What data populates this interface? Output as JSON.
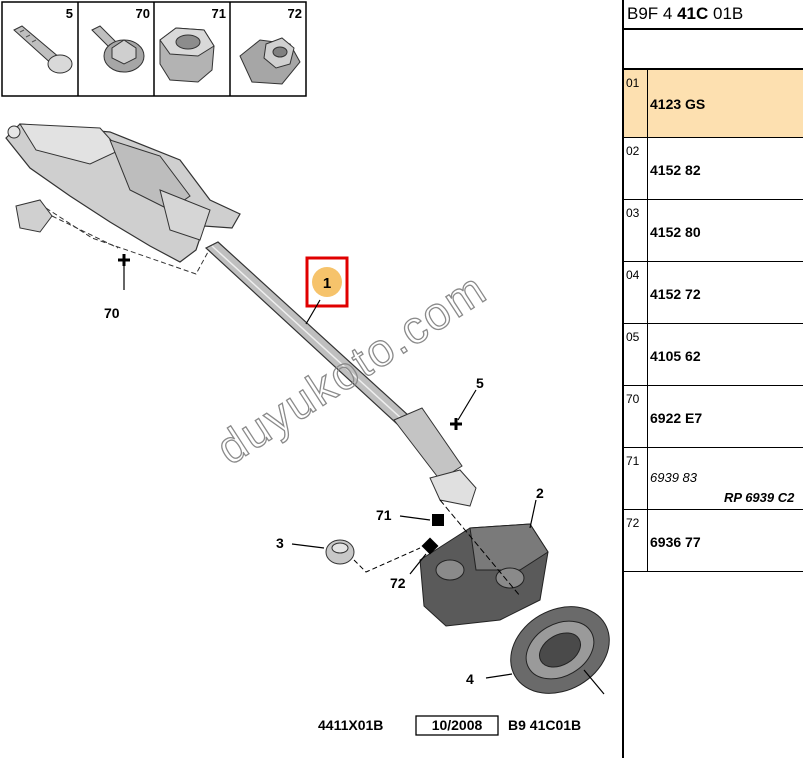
{
  "diagram": {
    "thumbnails": [
      {
        "label": "5"
      },
      {
        "label": "70"
      },
      {
        "label": "71"
      },
      {
        "label": "72"
      }
    ],
    "callouts": {
      "c1": "1",
      "c70": "70",
      "c5": "5",
      "c71": "71",
      "c2": "2",
      "c3": "3",
      "c72": "72",
      "c4": "4"
    },
    "watermark": "duyukoto.com",
    "footer": {
      "code": "4411X01B",
      "date": "10/2008",
      "ref": "B9 41C01B"
    }
  },
  "panel": {
    "header_pre": "B9F 4 ",
    "header_bold": "41C",
    "header_post": " 01B",
    "selected_color": "#fde0b0",
    "rows": [
      {
        "index": "01",
        "ref": "4123 GS",
        "sub": ""
      },
      {
        "index": "02",
        "ref": "4152 82",
        "sub": ""
      },
      {
        "index": "03",
        "ref": "4152 80",
        "sub": ""
      },
      {
        "index": "04",
        "ref": "4152 72",
        "sub": ""
      },
      {
        "index": "05",
        "ref": "4105 62",
        "sub": ""
      },
      {
        "index": "70",
        "ref": "6922 E7",
        "sub": ""
      },
      {
        "index": "71",
        "ref": "6939 83",
        "sub": "RP 6939 C2"
      },
      {
        "index": "72",
        "ref": "6936 77",
        "sub": ""
      }
    ]
  }
}
